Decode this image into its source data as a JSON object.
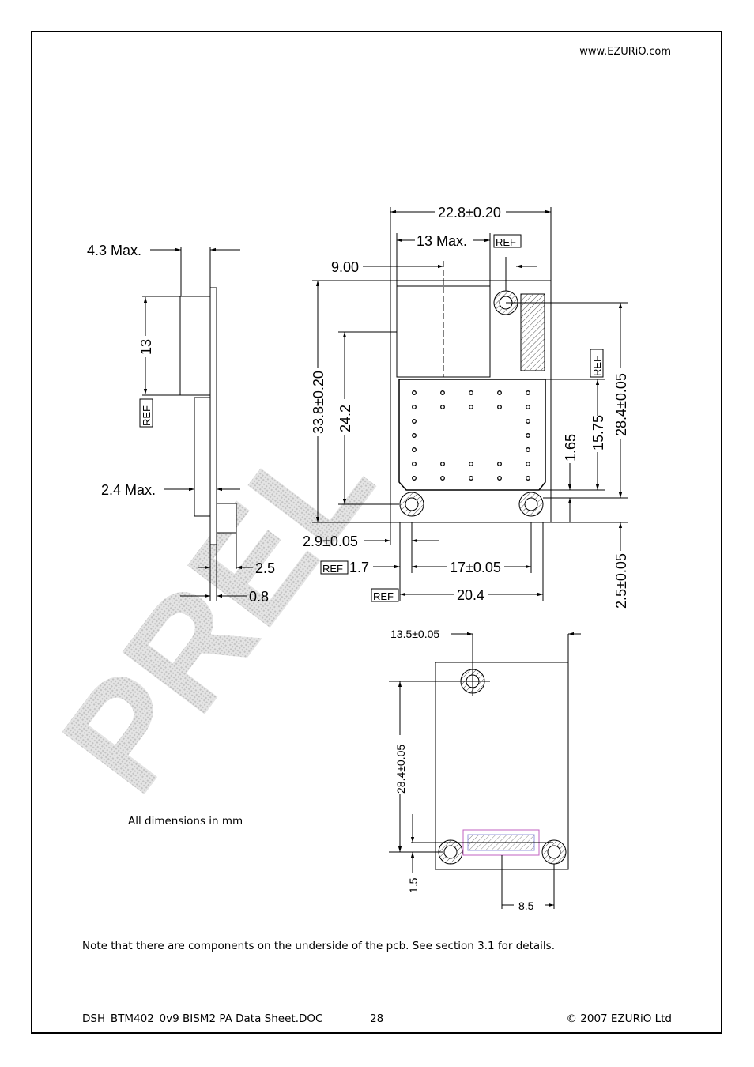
{
  "header": {
    "url": "www.EZURiO.com"
  },
  "drawing": {
    "watermark": "PREL",
    "ref": "REF",
    "side": {
      "max_top": "4.3 Max.",
      "height": "13",
      "max_mid": "2.4 Max.",
      "d1": "2.5",
      "d2": "0.8"
    },
    "top": {
      "width": "22.8±0.20",
      "max13": "13 Max.",
      "nine": "9.00",
      "height": "33.8±0.20",
      "h24": "24.2",
      "h28": "28.4±0.05",
      "h1575": "15.75",
      "h165": "1.65",
      "x29": "2.9±0.05",
      "x17ref": "1.7",
      "x17": "17±0.05",
      "x204": "20.4",
      "y25": "2.5±0.05"
    },
    "bottom": {
      "x135": "13.5±0.05",
      "h284": "28.4±0.05",
      "h15": "1.5",
      "w85": "8.5"
    }
  },
  "dims_note": "All dimensions in mm",
  "note": "Note that there are components on the underside of the pcb.  See section 3.1 for details.",
  "footer": {
    "doc": "DSH_BTM402_0v9 BISM2 PA Data Sheet.DOC",
    "page": "28",
    "copyright": "© 2007 EZURiO  Ltd"
  }
}
